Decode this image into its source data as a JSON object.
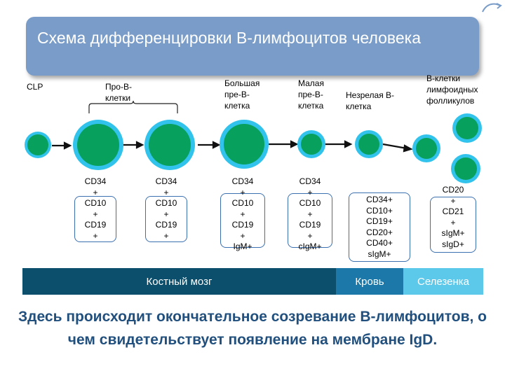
{
  "title": "Схема дифференцировки В-лимфоцитов человека",
  "stages": {
    "clp": "CLP",
    "pro_b": "Про-В-клетки",
    "large_pre_b": "Большая пре-В-клетка",
    "small_pre_b": "Малая пре-В-клетка",
    "immature_b": "Незрелая В-клетка",
    "follicular_b": "В-клетки лимфоидных фолликулов"
  },
  "markers": {
    "pro_b_1": "CD34\n+\nCD10\n+\nCD19\n+",
    "pro_b_2": "CD34\n+\nCD10\n+\nCD19\n+",
    "large_pre_b": "CD34\n+\nCD10\n+\nCD19\n+\nIgM+",
    "small_pre_b": "CD34\n+\nCD10\n+\nCD19\n+\ncIgM+",
    "immature_b": "CD34+\nCD10+\nCD19+\nCD20+\nCD40+\nsIgM+",
    "follicular_b": "CD20\n+\nCD21\n+\nsIgM+\nsIgD+"
  },
  "locations": {
    "bone_marrow": "Костный мозг",
    "blood": "Кровь",
    "spleen": "Селезенка"
  },
  "caption": "Здесь происходит окончательное созревание В-лимфоцитов, о чем свидетельствует появление на мембране IgD.",
  "colors": {
    "title_bg": "#7a9cc8",
    "cell_outer": "#31c3eb",
    "cell_nucleus": "#07a05c",
    "arrow": "#111111",
    "bone_marrow_band": "#0b4f6c",
    "blood_band": "#1b78a8",
    "spleen_band": "#5cc8ea",
    "caption_text": "#21507e",
    "marker_border": "#3a6fb0"
  },
  "icons": {
    "corner": "arrow-curve-icon"
  }
}
